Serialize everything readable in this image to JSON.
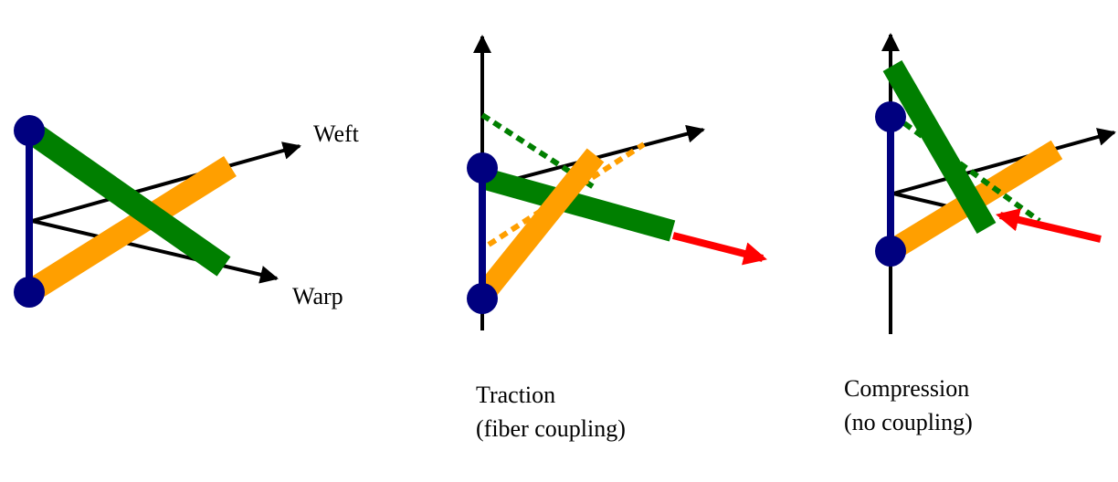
{
  "labels": {
    "weft": "Weft",
    "warp": "Warp",
    "traction_title": "Traction",
    "traction_sub": "(fiber coupling)",
    "compression_title": "Compression",
    "compression_sub": "(no coupling)"
  },
  "colors": {
    "blue": "#00007f",
    "green": "#007f00",
    "orange": "#ff9f00",
    "red": "#ff0000",
    "black": "#000000"
  }
}
